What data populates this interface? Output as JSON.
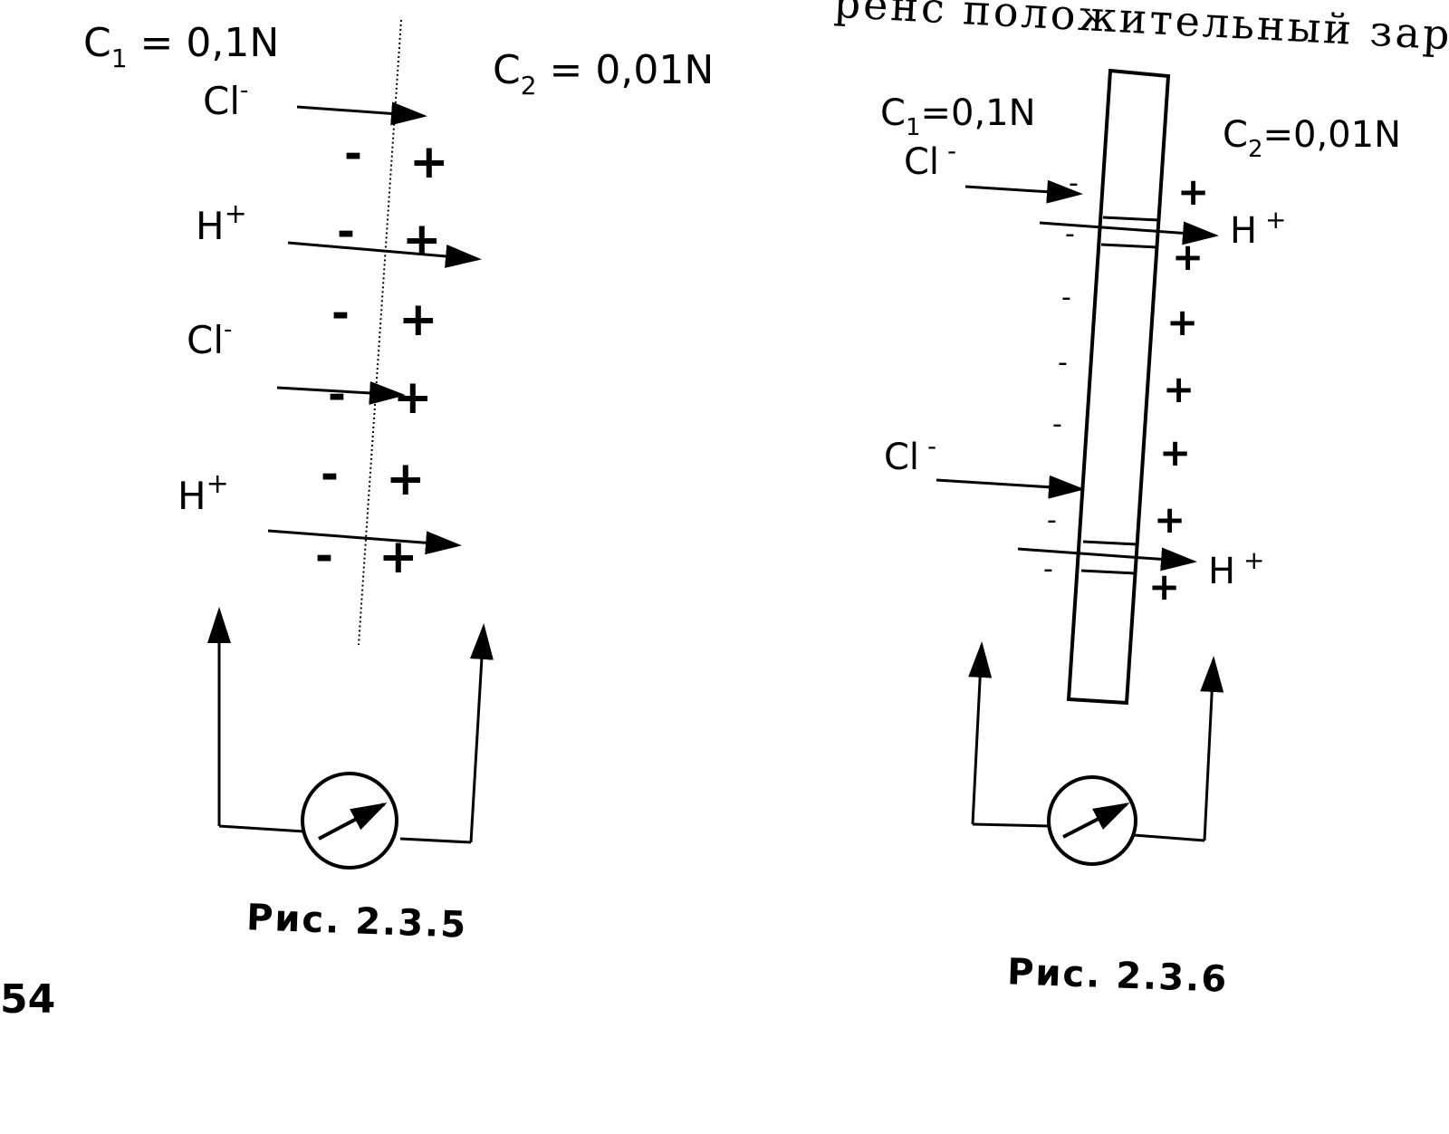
{
  "page": {
    "top_text": "ренс положительный заряд",
    "page_number": "54"
  },
  "fig5": {
    "c1": {
      "prefix": "C",
      "sub": "1",
      "rest": " = 0,1N"
    },
    "c2": {
      "prefix": "C",
      "sub": "2",
      "rest": " = 0,01N"
    },
    "ions": [
      {
        "base": "Cl",
        "sup": "-"
      },
      {
        "base": "H",
        "sup": "+"
      },
      {
        "base": "Cl",
        "sup": "-"
      },
      {
        "base": "H",
        "sup": "+"
      }
    ],
    "minus": "-",
    "plus": "+",
    "caption": "Рис. 2.3.5"
  },
  "fig6": {
    "c1": {
      "prefix": "C",
      "sub": "1",
      "rest": "=0,1N"
    },
    "c2": {
      "prefix": "C",
      "sub": "2",
      "rest": "=0,01N"
    },
    "ions_left": [
      {
        "base": "Cl",
        "sup": " -"
      },
      {
        "base": "Cl",
        "sup": " -"
      }
    ],
    "ions_right": [
      {
        "base": "H",
        "sup": " +"
      },
      {
        "base": "H",
        "sup": " +"
      }
    ],
    "minus": "-",
    "plus": "+",
    "caption": "Рис. 2.3.6"
  }
}
